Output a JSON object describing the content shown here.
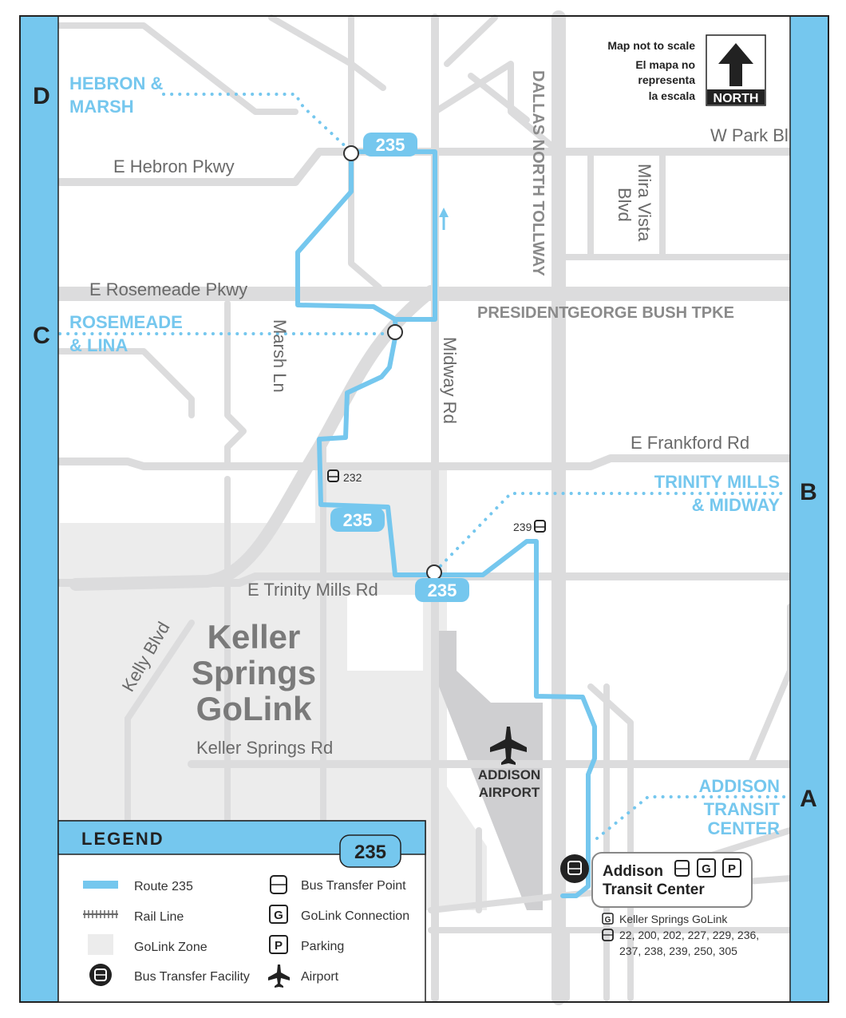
{
  "map_title_note": {
    "en": "Map not to scale",
    "es_line1": "El mapa no",
    "es_line2": "representa",
    "es_line3": "la escala",
    "north_label": "NORTH"
  },
  "edge_letters": {
    "a": "A",
    "b": "B",
    "c": "C",
    "d": "D"
  },
  "stops": {
    "d_line1": "HEBRON &",
    "d_line2": "MARSH",
    "c_line1": "ROSEMEADE",
    "c_line2": "& LINA",
    "b_line1": "TRINITY MILLS",
    "b_line2": "& MIDWAY",
    "a_line1": "ADDISON",
    "a_line2": "TRANSIT",
    "a_line3": "CENTER"
  },
  "streets": {
    "hebron": "E Hebron Pkwy",
    "rosemeade": "E Rosemeade Pkwy",
    "frankford": "E Frankford Rd",
    "trinity": "E Trinity Mills Rd",
    "keller": "Keller Springs Rd",
    "park": "W Park Bl",
    "marsh": "Marsh Ln",
    "midway": "Midway Rd",
    "kelly": "Kelly Blvd",
    "mira1": "Mira Vista",
    "mira2": "Blvd",
    "tollway": "DALLAS NORTH TOLLWAY",
    "bush1": "PRESIDENT",
    "bush2": "GEORGE BUSH TPKE"
  },
  "route_number": "235",
  "transfer_labels": {
    "r232": "232",
    "r239": "239"
  },
  "zone": {
    "line1": "Keller",
    "line2": "Springs",
    "line3": "GoLink"
  },
  "airport": {
    "line1": "ADDISON",
    "line2": "AIRPORT"
  },
  "transit_center": {
    "line1": "Addison",
    "line2": "Transit Center",
    "golink": "Keller Springs GoLink",
    "routes1": "22, 200, 202, 227, 229, 236,",
    "routes2": "237, 238, 239, 250, 305"
  },
  "legend": {
    "title": "LEGEND",
    "route_badge": "235",
    "route": "Route 235",
    "rail": "Rail Line",
    "zone": "GoLink Zone",
    "facility": "Bus Transfer Facility",
    "transfer": "Bus Transfer Point",
    "golink": "GoLink Connection",
    "parking": "Parking",
    "airport": "Airport",
    "golink_glyph": "G",
    "parking_glyph": "P"
  },
  "colors": {
    "route": "#75c7ee",
    "road": "#dcdcdd",
    "zone": "#ececec",
    "band": "#75c7ee"
  }
}
